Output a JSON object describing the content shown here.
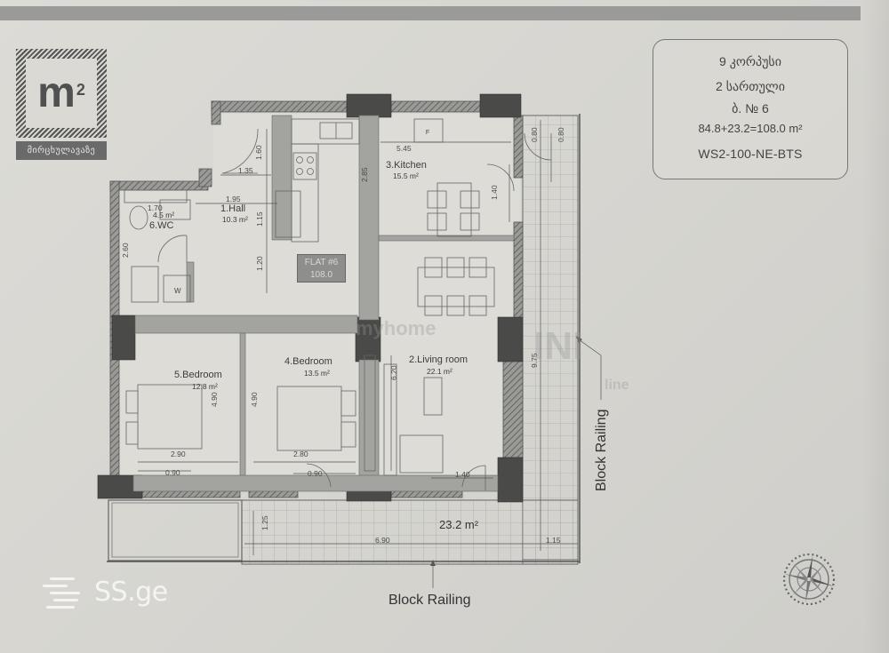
{
  "logo": {
    "mark": "m",
    "superscript": "2",
    "banner": "მირცხულავაზე"
  },
  "info_box": {
    "building": "9 კორპუსი",
    "floor": "2 სართული",
    "apartment": "ბ. № 6",
    "area_formula": "84.8+23.2=108.0 m²",
    "code": "WS2-100-NE-BTS"
  },
  "flat_tag": {
    "title": "FLAT #6",
    "area": "108.0"
  },
  "rooms": [
    {
      "name": "1.Hall",
      "area": "10.3 m²"
    },
    {
      "name": "2.Living room",
      "area": "22.1 m²"
    },
    {
      "name": "3.Kitchen",
      "area": "15.5 m²"
    },
    {
      "name": "4.Bedroom",
      "area": "13.5 m²"
    },
    {
      "name": "5.Bedroom",
      "area": "12.8 m²"
    },
    {
      "name": "6.WC",
      "area": "4.5 m²"
    }
  ],
  "balcony": {
    "area": "23.2 m²"
  },
  "dimensions": {
    "hall_top_width": "1.35",
    "hall_top_height": "1.60",
    "hall_width": "1.95",
    "hall_height_a": "1.15",
    "hall_height_b": "1.20",
    "wc_width": "1.70",
    "wc_height": "2.60",
    "kitchen_width": "5.45",
    "kitchen_depth": "2.85",
    "kitchen_door": "1.40",
    "entry_a": "0.80",
    "entry_b": "0.80",
    "bedroom5_width": "2.90",
    "bedroom5_depth": "4.90",
    "bedroom4_width": "2.80",
    "bedroom4_depth": "4.90",
    "window_a": "0.90",
    "window_b": "0.90",
    "living_depth": "6.20",
    "living_door": "1.40",
    "terrace_length": "9.75",
    "balcony_depth": "1.25",
    "balcony_length": "6.90",
    "balcony_end": "1.15"
  },
  "kitchen_fridge_label": "F",
  "wc_washer_label": "W",
  "annotations": {
    "railing_right": "Block Railing",
    "railing_bottom": "Block Railing"
  },
  "watermark": {
    "line1": "myhome",
    "line2": "INI",
    "line3": "line"
  },
  "footer": {
    "site": "SS.ge"
  },
  "colors": {
    "paper": "#d8d7d2",
    "wall_fill": "#555555",
    "line": "#5a5a5a",
    "top_bar": "#9a9a98"
  }
}
